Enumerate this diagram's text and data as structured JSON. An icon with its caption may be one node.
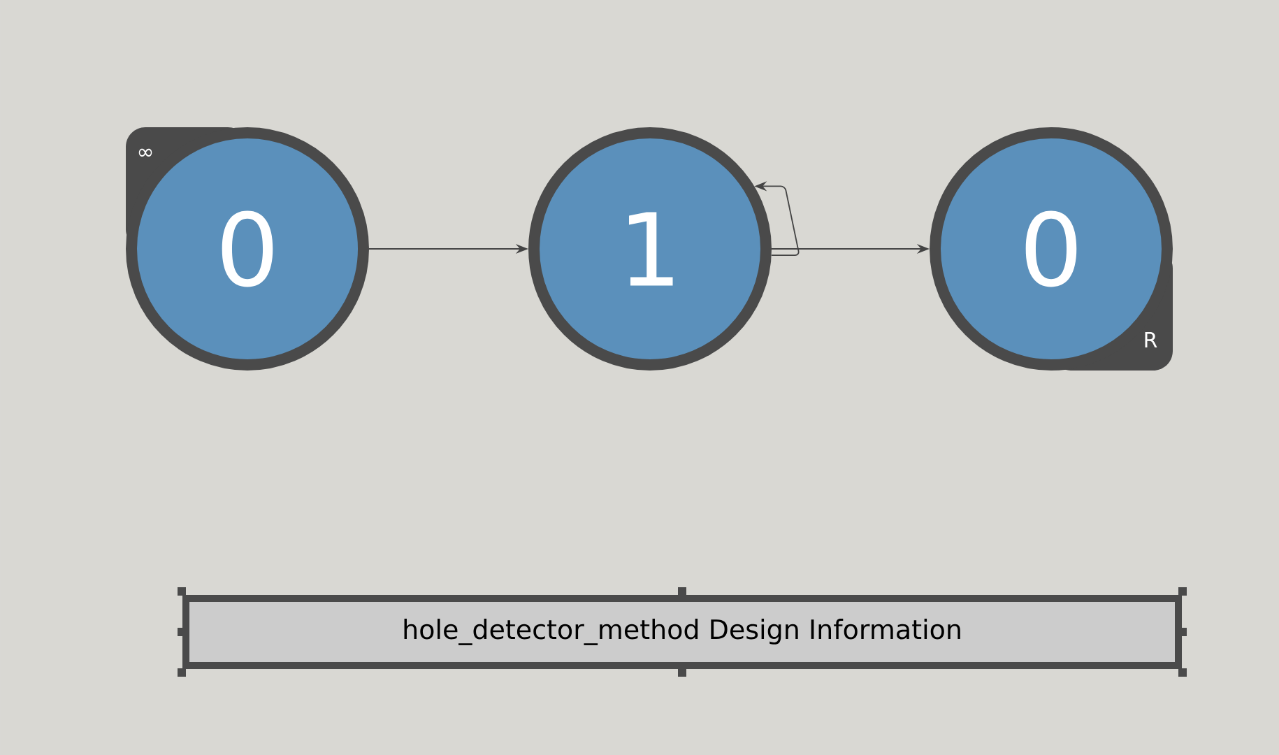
{
  "diagram": {
    "nodes": [
      {
        "text": [
          "0"
        ],
        "beside": [
          "∞"
        ]
      },
      {
        "text": [
          "1"
        ]
      },
      {
        "text": [
          "0"
        ],
        "beside": [
          "R"
        ]
      },
      {
        "text": [
          "hole_detector_method Design Information"
        ]
      }
    ],
    "edges": [
      {
        "from": 0,
        "to": 1,
        "arrow": "to"
      },
      {
        "from": 1,
        "to": 1,
        "arrow": "to"
      },
      {
        "from": 1,
        "to": 2,
        "arrow": "to"
      }
    ]
  }
}
